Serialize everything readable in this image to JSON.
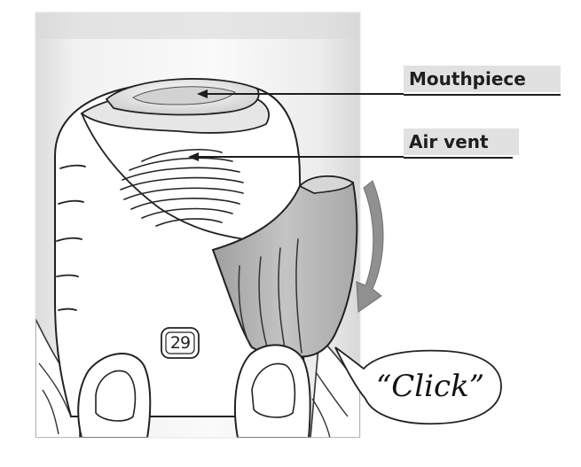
{
  "labels": {
    "mouthpiece": "Mouthpiece",
    "air_vent": "Air vent"
  },
  "dose_counter": "29",
  "sound_effect": "“Click”",
  "colors": {
    "label_background": "#e1e1e1",
    "line": "#1e1e1e",
    "panel_gray": "#d9d9d9",
    "cover_gray": "#b5b5b5"
  }
}
